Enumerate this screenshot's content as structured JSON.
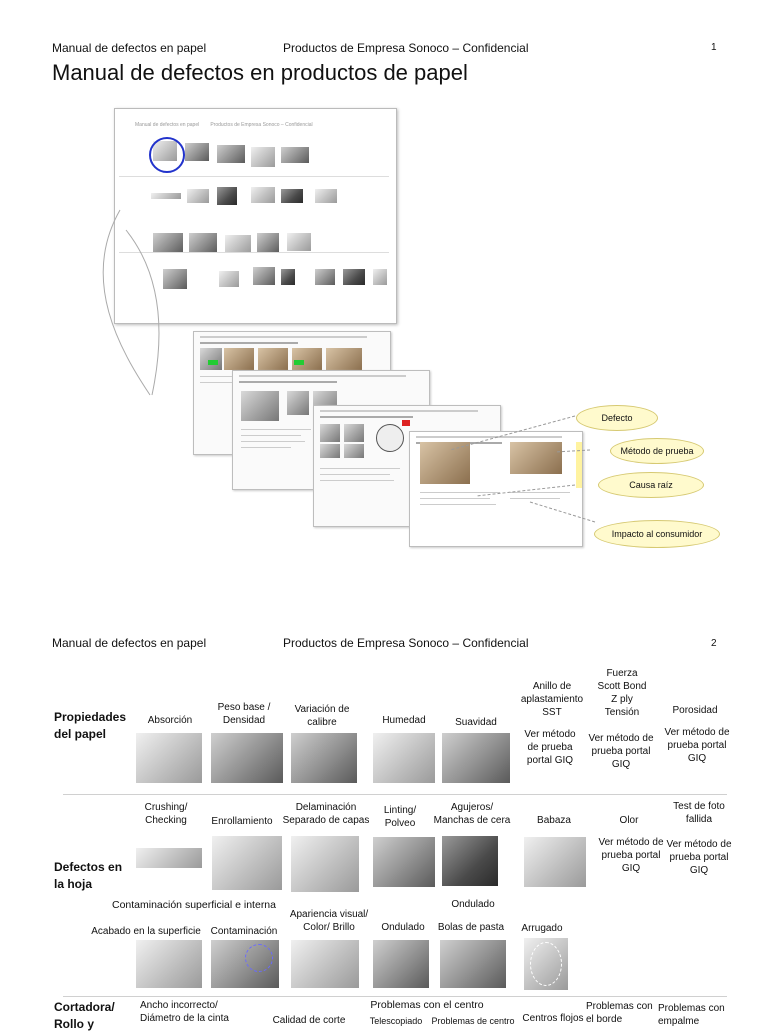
{
  "page1": {
    "header_left": "Manual de defectos en papel",
    "header_center": "Productos de Empresa Sonoco – Confidencial",
    "page_number": "1",
    "title": "Manual de defectos en productos de papel",
    "callouts": [
      "Defecto",
      "Método de prueba",
      "Causa raíz",
      "Impacto al consumidor"
    ]
  },
  "page2": {
    "header_left": "Manual de defectos en papel",
    "header_center": "Productos de Empresa Sonoco – Confidencial",
    "page_number": "2",
    "section1": {
      "label": "Propiedades del papel",
      "items": [
        "Absorción",
        "Peso base / Densidad",
        "Variación de calibre",
        "Humedad",
        "Suavidad",
        "Anillo de aplastamiento SST",
        "Fuerza Scott Bond Z ply Tensión",
        "Porosidad"
      ],
      "test_notes": [
        "Ver método de prueba portal GIQ",
        "Ver método de prueba portal GIQ",
        "Ver método de prueba portal GIQ"
      ]
    },
    "section2": {
      "label": "Defectos en la hoja",
      "items": [
        "Crushing/ Checking",
        "Enrollamiento",
        "Delaminación Separado de capas",
        "Linting/ Polveo",
        "Agujeros/ Manchas de cera",
        "Babaza",
        "Olor",
        "Test de foto fallida"
      ],
      "test_notes": [
        "Ver método de prueba portal GIQ",
        "Ver método de prueba portal GIQ"
      ],
      "group_contamination": "Contaminación superficial e interna",
      "group_ondulado": "Ondulado",
      "sub_items": [
        "Acabado en la superficie",
        "Contaminación",
        "Apariencia visual/ Color/ Brillo",
        "Ondulado",
        "Bolas de pasta",
        "Arrugado"
      ]
    },
    "section3": {
      "label": "Cortadora/ Rollo y",
      "items": [
        "Ancho incorrecto/ Diámetro de la cinta",
        "Calidad de corte",
        "Problemas con el centro",
        "Telescopiado",
        "Problemas de centro",
        "Centros flojos",
        "Problemas con el borde",
        "Problemas con empalme"
      ]
    }
  }
}
